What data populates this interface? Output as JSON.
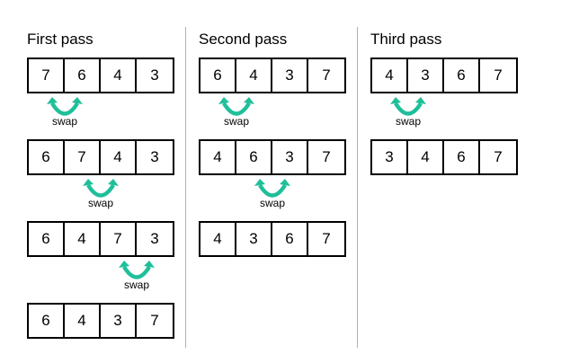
{
  "passes": [
    {
      "title": "First pass",
      "rows": [
        [
          "7",
          "6",
          "4",
          "3"
        ],
        [
          "6",
          "7",
          "4",
          "3"
        ],
        [
          "6",
          "4",
          "7",
          "3"
        ],
        [
          "6",
          "4",
          "3",
          "7"
        ]
      ],
      "swaps": [
        {
          "after_row": 0,
          "between": 0
        },
        {
          "after_row": 1,
          "between": 1
        },
        {
          "after_row": 2,
          "between": 2
        }
      ]
    },
    {
      "title": "Second pass",
      "rows": [
        [
          "6",
          "4",
          "3",
          "7"
        ],
        [
          "4",
          "6",
          "3",
          "7"
        ],
        [
          "4",
          "3",
          "6",
          "7"
        ]
      ],
      "swaps": [
        {
          "after_row": 0,
          "between": 0
        },
        {
          "after_row": 1,
          "between": 1
        }
      ]
    },
    {
      "title": "Third pass",
      "rows": [
        [
          "4",
          "3",
          "6",
          "7"
        ],
        [
          "3",
          "4",
          "6",
          "7"
        ]
      ],
      "swaps": [
        {
          "after_row": 0,
          "between": 0
        }
      ]
    }
  ],
  "swap_label": "swap",
  "colors": {
    "arrow": "#1fbf9a",
    "border": "#000000",
    "divider": "#b0b0b0"
  }
}
